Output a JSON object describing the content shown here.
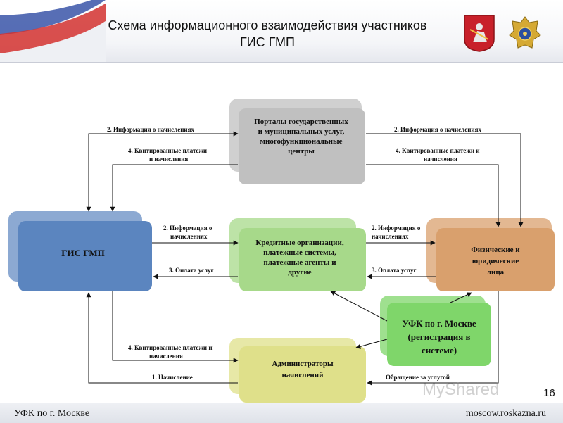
{
  "header": {
    "title_line1": "Схема информационного взаимодействия участников",
    "title_line2": "ГИС ГМП"
  },
  "boxes": {
    "gis": {
      "line1": "ГИС ГМП",
      "color": "#5b85bf"
    },
    "portals": {
      "line1": "Порталы государственных",
      "line2": "и муниципальных услуг,",
      "line3": "многофункциональные",
      "line4": "центры",
      "color": "#c0c0c0"
    },
    "credit": {
      "line1": "Кредитные организации,",
      "line2": "платежные системы,",
      "line3": "платежные агенты и",
      "line4": "другие",
      "color": "#a7d98a"
    },
    "physical": {
      "line1": "Физические и",
      "line2": "юридические",
      "line3": "лица",
      "color": "#d9a06d"
    },
    "ufk": {
      "line1": "УФК по г. Москве",
      "line2": "(регистрация в",
      "line3": "системе)",
      "color": "#7fd66a"
    },
    "admin": {
      "line1": "Администраторы",
      "line2": "начислений",
      "color": "#dfe08a"
    }
  },
  "labels": {
    "top_left_info": "2. Информация о начислениях",
    "top_right_info": "2. Информация о начислениях",
    "top_left_kvit1": "4. Квитированные платежи",
    "top_left_kvit2": "и начисления",
    "top_right_kvit1": "4. Квитированные платежи и",
    "top_right_kvit2": "начисления",
    "mid_left_info1": "2. Информация о",
    "mid_left_info2": "начислениях",
    "mid_right_info1": "2. Информация о",
    "mid_right_info2": "начислениях",
    "mid_left_pay": "3. Оплата услуг",
    "mid_right_pay": "3. Оплата услуг",
    "bot_kvit1": "4. Квитированные платежи и",
    "bot_kvit2": "начисления",
    "bot_charge": "1. Начисление",
    "bot_appeal": "Обращение за услугой"
  },
  "footer": {
    "left": "УФК по г. Москве",
    "right": "moscow.roskazna.ru",
    "page": "16",
    "watermark": "MyShared"
  }
}
